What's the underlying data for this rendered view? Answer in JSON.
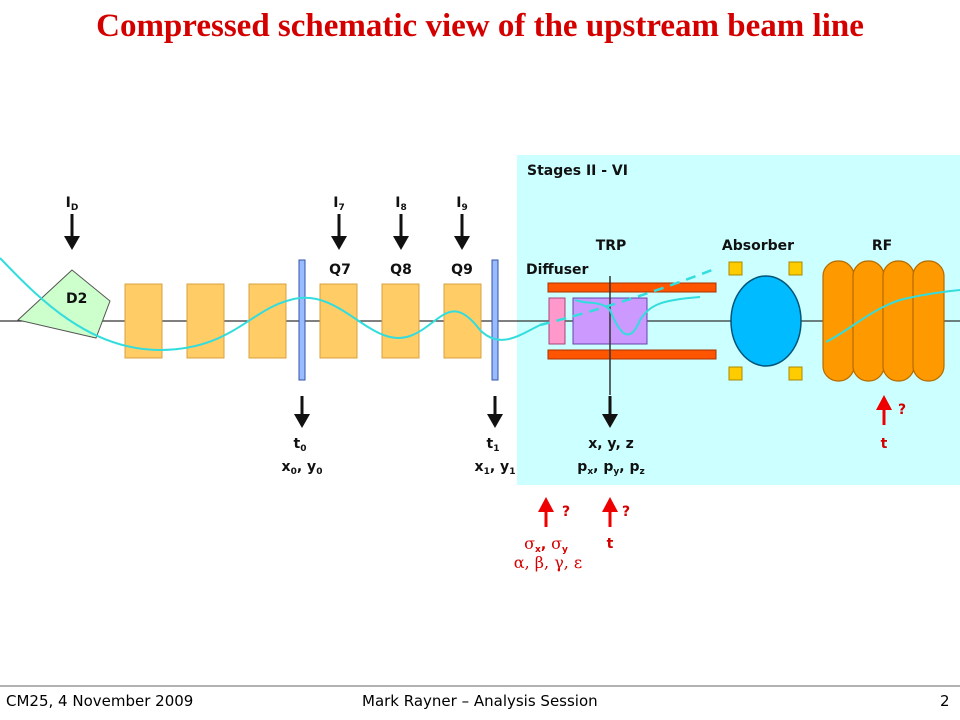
{
  "title": "Compressed schematic view of the upstream beam line",
  "stages_label": "Stages II - VI",
  "elements": {
    "d2": "D2",
    "q7": "Q7",
    "q8": "Q8",
    "q9": "Q9",
    "diffuser": "Diffuser",
    "trp": "TRP",
    "absorber": "Absorber",
    "rf": "RF"
  },
  "currents": {
    "d_base": "I",
    "d_sub": "D",
    "i7_base": "I",
    "i7_sub": "7",
    "i8_base": "I",
    "i8_sub": "8",
    "i9_base": "I",
    "i9_sub": "9"
  },
  "measurements": {
    "tof0_t": "t",
    "tof0_t_sub": "0",
    "tof0_x": "x",
    "tof0_x_sub": "0",
    "tof0_sep": ", ",
    "tof0_y": "y",
    "tof0_y_sub": "0",
    "tof1_t": "t",
    "tof1_t_sub": "1",
    "tof1_x": "x",
    "tof1_x_sub": "1",
    "tof1_sep": ", ",
    "tof1_y": "y",
    "tof1_y_sub": "1",
    "trp_line1": "x, y, z",
    "trp_p1": "p",
    "trp_p1_sub": "x",
    "trp_sep1": ", ",
    "trp_p2": "p",
    "trp_p2_sub": "y",
    "trp_sep2": ", ",
    "trp_p3": "p",
    "trp_p3_sub": "z"
  },
  "unknowns": {
    "diffuser_q": "?",
    "sigma1": "σ",
    "sigma1_sub": "x",
    "sigma_sep": ", ",
    "sigma2": "σ",
    "sigma2_sub": "y",
    "twiss": "α, β, γ, ε",
    "trp_q": "?",
    "trp_t": "t",
    "rf_q": "?",
    "rf_t": "t"
  },
  "footer": {
    "left": "CM25, 4 November 2009",
    "center": "Mark Rayner – Analysis Session",
    "page": "2"
  },
  "colors": {
    "title": "#d40000",
    "stage_bg": "#ccffff",
    "quad_fill": "#ffcc66",
    "dipole_fill": "#ccffcc",
    "beam": "#33dddd",
    "rf_fill": "#ff9900",
    "absorber_fill": "#00bbff",
    "trp_fill": "#cc99ff",
    "diffuser_fill": "#ff99cc",
    "solenoid": "#ff5500",
    "tof": "#99bbff",
    "unknown_arrow": "#ee0000"
  }
}
